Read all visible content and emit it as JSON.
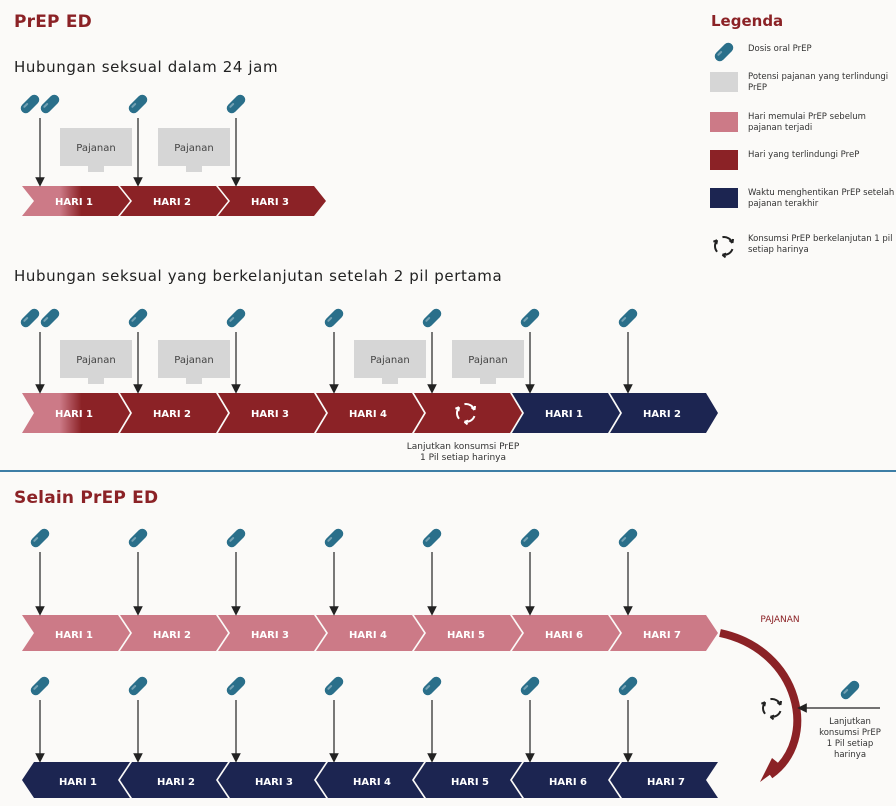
{
  "colors": {
    "maroon": "#8b2226",
    "pink": "#cc7a87",
    "navy": "#1c2551",
    "pill": "#2a6f8a",
    "grey": "#d6d6d6",
    "divider": "#3d7ea6"
  },
  "section1": {
    "title": "PrEP ED",
    "row1": {
      "subtitle": "Hubungan seksual dalam 24 jam",
      "days": [
        "HARI 1",
        "HARI 2",
        "HARI 3"
      ],
      "day_colors": [
        "pink-maroon",
        "maroon",
        "maroon"
      ],
      "exposures": [
        "Pajanan",
        "Pajanan"
      ],
      "doses_per_day": [
        2,
        1,
        1
      ]
    },
    "row2": {
      "subtitle": "Hubungan seksual yang berkelanjutan setelah 2 pil pertama",
      "days": [
        "HARI 1",
        "HARI 2",
        "HARI 3",
        "HARI 4",
        "",
        "HARI 1",
        "HARI 2"
      ],
      "day_colors": [
        "pink-maroon",
        "maroon",
        "maroon",
        "maroon",
        "maroon",
        "navy",
        "navy"
      ],
      "exposures": [
        "Pajanan",
        "Pajanan",
        "Pajanan",
        "Pajanan"
      ],
      "doses_per_day": [
        2,
        1,
        1,
        1,
        1,
        1,
        1
      ],
      "note_line1": "Lanjutkan konsumsi PrEP",
      "note_line2": "1 Pil setiap harinya",
      "recycle_icon": "recycle-icon"
    }
  },
  "legend": {
    "title": "Legenda",
    "items": [
      {
        "icon": "pill-icon",
        "text": "Dosis oral PrEP"
      },
      {
        "icon": "grey-box",
        "text": "Potensi pajanan yang terlindungi PrEP"
      },
      {
        "icon": "pink-box",
        "text": "Hari memulai PrEP sebelum pajanan terjadi"
      },
      {
        "icon": "maroon-box",
        "text": "Hari yang terlindungi PreP"
      },
      {
        "icon": "navy-box",
        "text": "Waktu menghentikan PrEP setelah pajanan terakhir"
      },
      {
        "icon": "recycle-icon",
        "text": "Konsumsi PrEP berkelanjutan 1 pil setiap harinya"
      }
    ]
  },
  "section2": {
    "title": "Selain PrEP ED",
    "top_days": [
      "HARI 1",
      "HARI 2",
      "HARI 3",
      "HARI 4",
      "HARI 5",
      "HARI 6",
      "HARI 7"
    ],
    "bottom_days": [
      "HARI 1",
      "HARI 2",
      "HARI 3",
      "HARI 4",
      "HARI 5",
      "HARI 6",
      "HARI 7"
    ],
    "exposure_label": "PAJANAN",
    "note_lines": [
      "Lanjutkan",
      "konsumsi PrEP",
      "1 Pil setiap",
      "harinya"
    ]
  }
}
